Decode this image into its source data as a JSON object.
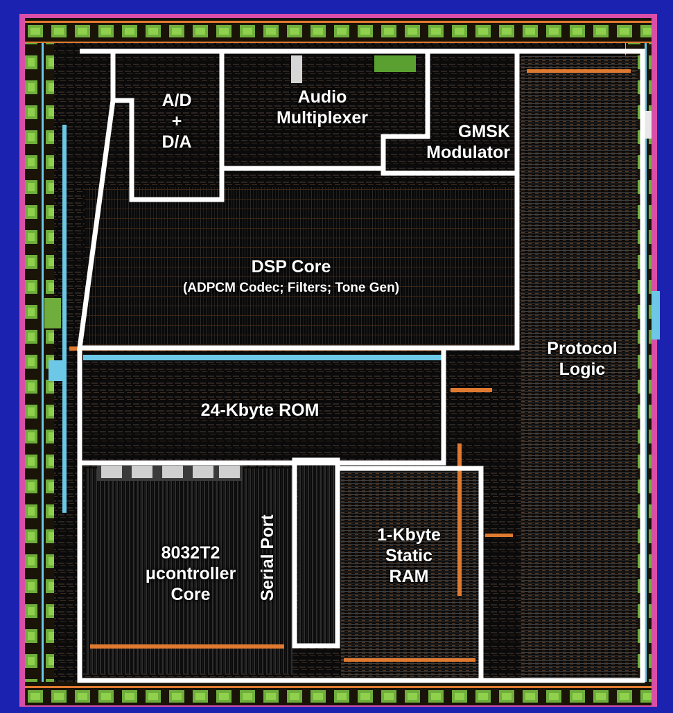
{
  "blocks": {
    "ad_da": [
      "A/D",
      "+",
      "D/A"
    ],
    "audio_mux": [
      "Audio",
      "Multiplexer"
    ],
    "gmsk": [
      "GMSK",
      "Modulator"
    ],
    "dsp_title": "DSP Core",
    "dsp_sub": "(ADPCM Codec; Filters; Tone Gen)",
    "protocol": [
      "Protocol",
      "Logic"
    ],
    "rom": "24-Kbyte ROM",
    "uc": [
      "8032T2",
      "μcontroller",
      "Core"
    ],
    "serial": "Serial Port",
    "sram": [
      "1-Kbyte",
      "Static",
      "RAM"
    ]
  },
  "colors": {
    "slide_background": "#1c22b0",
    "die_border": "#d94ea8",
    "block_outline": "#ffffff",
    "bond_pad": "#6fae3c",
    "metal_orange": "#e07a30",
    "metal_cyan": "#6cc8e6"
  }
}
